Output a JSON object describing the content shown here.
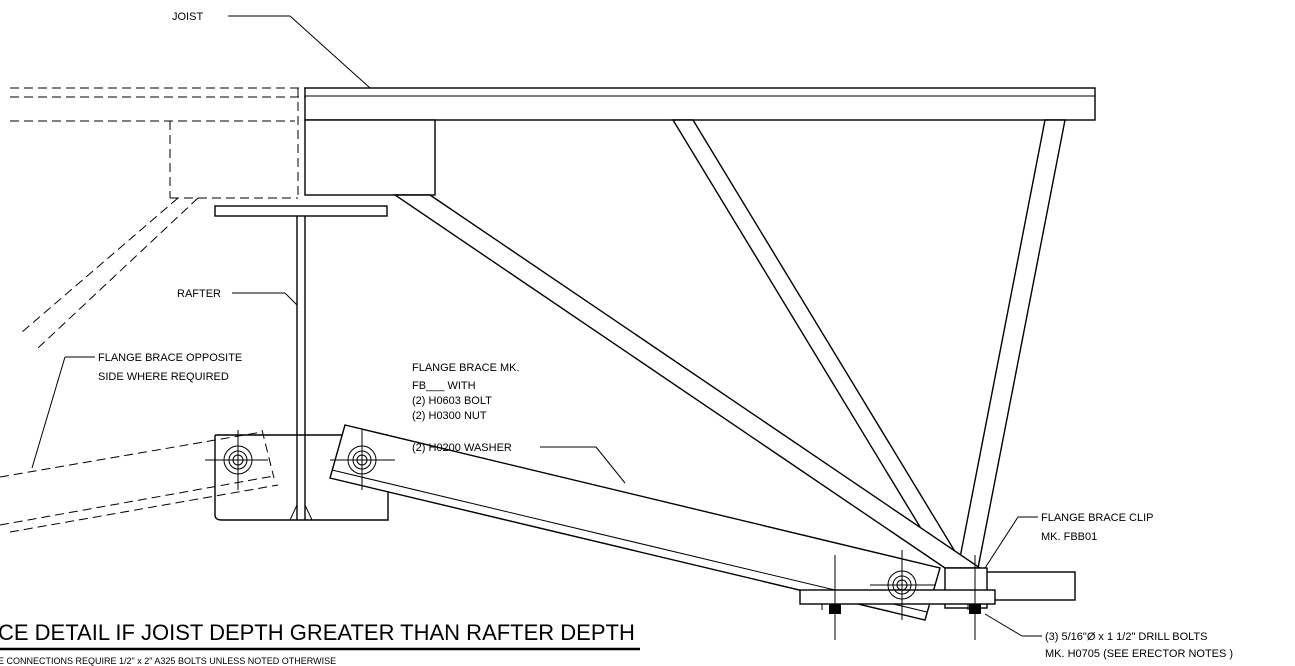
{
  "labels": {
    "joist": "JOIST",
    "rafter": "RAFTER",
    "opposite": [
      "FLANGE BRACE OPPOSITE",
      "SIDE WHERE REQUIRED"
    ],
    "flange_brace": [
      "FLANGE BRACE MK.",
      "FB___ WITH",
      "(2) H0603 BOLT",
      "(2) H0300 NUT",
      "(2) H0200 WASHER"
    ],
    "clip": [
      "FLANGE BRACE CLIP",
      "MK. FBB01"
    ],
    "drill_bolts": [
      "(3) 5/16\"Ø x 1 1/2\" DRILL BOLTS",
      "MK. H0705 (SEE ERECTOR NOTES )"
    ]
  },
  "title": "CE DETAIL IF JOIST DEPTH GREATER THAN RAFTER DEPTH",
  "note": "E CONNECTIONS REQUIRE 1/2\" x 2\" A325 BOLTS UNLESS NOTED OTHERWISE"
}
